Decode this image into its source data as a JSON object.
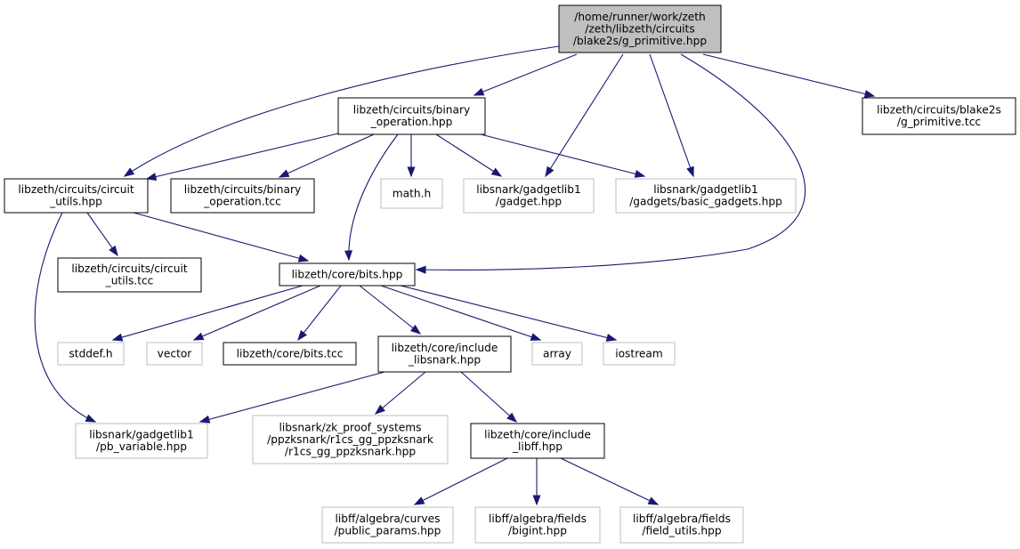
{
  "nodes": [
    {
      "id": "root",
      "lines": [
        "/home/runner/work/zeth",
        "/zeth/libzeth/circuits",
        "/blake2s/g_primitive.hpp"
      ],
      "kind": "root"
    },
    {
      "id": "binop_hpp",
      "lines": [
        "libzeth/circuits/binary",
        "_operation.hpp"
      ],
      "kind": "local"
    },
    {
      "id": "gprim_tcc",
      "lines": [
        "libzeth/circuits/blake2s",
        "/g_primitive.tcc"
      ],
      "kind": "local"
    },
    {
      "id": "cutils_hpp",
      "lines": [
        "libzeth/circuits/circuit",
        "_utils.hpp"
      ],
      "kind": "local"
    },
    {
      "id": "binop_tcc",
      "lines": [
        "libzeth/circuits/binary",
        "_operation.tcc"
      ],
      "kind": "local"
    },
    {
      "id": "math_h",
      "lines": [
        "math.h"
      ],
      "kind": "external"
    },
    {
      "id": "gadget_hpp",
      "lines": [
        "libsnark/gadgetlib1",
        "/gadget.hpp"
      ],
      "kind": "external"
    },
    {
      "id": "basic_gadgets",
      "lines": [
        "libsnark/gadgetlib1",
        "/gadgets/basic_gadgets.hpp"
      ],
      "kind": "external"
    },
    {
      "id": "cutils_tcc",
      "lines": [
        "libzeth/circuits/circuit",
        "_utils.tcc"
      ],
      "kind": "local"
    },
    {
      "id": "bits_hpp",
      "lines": [
        "libzeth/core/bits.hpp"
      ],
      "kind": "local"
    },
    {
      "id": "stddef_h",
      "lines": [
        "stddef.h"
      ],
      "kind": "external"
    },
    {
      "id": "vector",
      "lines": [
        "vector"
      ],
      "kind": "external"
    },
    {
      "id": "bits_tcc",
      "lines": [
        "libzeth/core/bits.tcc"
      ],
      "kind": "local"
    },
    {
      "id": "inc_libsnark",
      "lines": [
        "libzeth/core/include",
        "_libsnark.hpp"
      ],
      "kind": "local"
    },
    {
      "id": "array",
      "lines": [
        "array"
      ],
      "kind": "external"
    },
    {
      "id": "iostream",
      "lines": [
        "iostream"
      ],
      "kind": "external"
    },
    {
      "id": "pb_variable",
      "lines": [
        "libsnark/gadgetlib1",
        "/pb_variable.hpp"
      ],
      "kind": "external"
    },
    {
      "id": "zk_proof",
      "lines": [
        "libsnark/zk_proof_systems",
        "/ppzksnark/r1cs_gg_ppzksnark",
        "/r1cs_gg_ppzksnark.hpp"
      ],
      "kind": "external"
    },
    {
      "id": "inc_libff",
      "lines": [
        "libzeth/core/include",
        "_libff.hpp"
      ],
      "kind": "local"
    },
    {
      "id": "public_params",
      "lines": [
        "libff/algebra/curves",
        "/public_params.hpp"
      ],
      "kind": "external"
    },
    {
      "id": "bigint",
      "lines": [
        "libff/algebra/fields",
        "/bigint.hpp"
      ],
      "kind": "external"
    },
    {
      "id": "field_utils",
      "lines": [
        "libff/algebra/fields",
        "/field_utils.hpp"
      ],
      "kind": "external"
    }
  ],
  "edges": [
    [
      "root",
      "binop_hpp"
    ],
    [
      "root",
      "cutils_hpp"
    ],
    [
      "root",
      "gadget_hpp"
    ],
    [
      "root",
      "basic_gadgets"
    ],
    [
      "root",
      "bits_hpp"
    ],
    [
      "root",
      "gprim_tcc"
    ],
    [
      "binop_hpp",
      "cutils_hpp"
    ],
    [
      "binop_hpp",
      "binop_tcc"
    ],
    [
      "binop_hpp",
      "math_h"
    ],
    [
      "binop_hpp",
      "gadget_hpp"
    ],
    [
      "binop_hpp",
      "basic_gadgets"
    ],
    [
      "binop_hpp",
      "bits_hpp"
    ],
    [
      "cutils_hpp",
      "cutils_tcc"
    ],
    [
      "cutils_hpp",
      "bits_hpp"
    ],
    [
      "cutils_hpp",
      "pb_variable"
    ],
    [
      "bits_hpp",
      "stddef_h"
    ],
    [
      "bits_hpp",
      "vector"
    ],
    [
      "bits_hpp",
      "bits_tcc"
    ],
    [
      "bits_hpp",
      "inc_libsnark"
    ],
    [
      "bits_hpp",
      "array"
    ],
    [
      "bits_hpp",
      "iostream"
    ],
    [
      "inc_libsnark",
      "pb_variable"
    ],
    [
      "inc_libsnark",
      "zk_proof"
    ],
    [
      "inc_libsnark",
      "inc_libff"
    ],
    [
      "inc_libff",
      "public_params"
    ],
    [
      "inc_libff",
      "bigint"
    ],
    [
      "inc_libff",
      "field_utils"
    ]
  ]
}
